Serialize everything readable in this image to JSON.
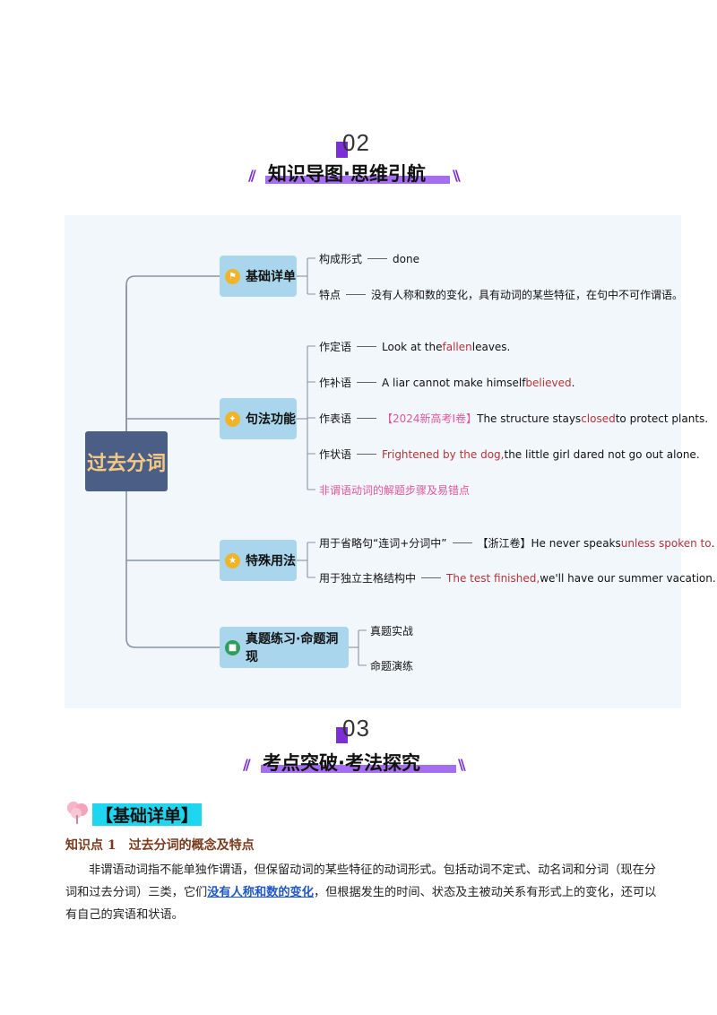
{
  "section2": {
    "number": "02",
    "title": "知识导图·思维引航"
  },
  "mindmap": {
    "root": "过去分词",
    "branches": [
      {
        "label": "基础详单",
        "icon": "flag-icon",
        "icon_color": "#f0b429",
        "leaves": [
          {
            "label": "构成形式",
            "parts": [
              {
                "t": "done",
                "c": ""
              }
            ]
          },
          {
            "label": "特点",
            "parts": [
              {
                "t": "没有人称和数的变化，具有动词的某些特征，在句中不可作谓语。",
                "c": ""
              }
            ]
          }
        ]
      },
      {
        "label": "句法功能",
        "icon": "bulb-icon",
        "icon_color": "#f0b429",
        "leaves": [
          {
            "label": "作定语",
            "parts": [
              {
                "t": "Look at the",
                "c": ""
              },
              {
                "t": "fallen",
                "c": "red"
              },
              {
                "t": "leaves.",
                "c": ""
              }
            ]
          },
          {
            "label": "作补语",
            "parts": [
              {
                "t": "A liar cannot make himself",
                "c": ""
              },
              {
                "t": "believed",
                "c": "red"
              },
              {
                "t": ".",
                "c": ""
              }
            ]
          },
          {
            "label": "作表语",
            "parts": [
              {
                "t": "【2024新高考Ⅰ卷】",
                "c": "pink"
              },
              {
                "t": "The structure stays",
                "c": ""
              },
              {
                "t": "closed",
                "c": "red"
              },
              {
                "t": "to protect plants.",
                "c": ""
              }
            ]
          },
          {
            "label": "作状语",
            "parts": [
              {
                "t": "Frightened by the dog,",
                "c": "red"
              },
              {
                "t": "the little girl dared not go out alone.",
                "c": ""
              }
            ]
          },
          {
            "label": "非谓语动词的解题步骤及易错点",
            "parts": []
          }
        ]
      },
      {
        "label": "特殊用法",
        "icon": "star-icon",
        "icon_color": "#f0b429",
        "leaves": [
          {
            "label": "用于省略句“连词+分词中”",
            "parts": [
              {
                "t": "【浙江卷】He never speaks",
                "c": ""
              },
              {
                "t": "unless spoken to",
                "c": "red"
              },
              {
                "t": ".",
                "c": ""
              }
            ]
          },
          {
            "label": "用于独立主格结构中",
            "parts": [
              {
                "t": "The test finished,",
                "c": "red"
              },
              {
                "t": "we'll have our summer vacation.",
                "c": ""
              }
            ]
          }
        ]
      },
      {
        "label": "真题练习·命题洞现",
        "icon": "lock-icon",
        "icon_color": "#2e9e5b",
        "leaves": [
          {
            "label": "真题实战",
            "parts": []
          },
          {
            "label": "命题演练",
            "parts": []
          }
        ]
      }
    ]
  },
  "section3": {
    "number": "03",
    "title": "考点突破·考法探究"
  },
  "basics_tag": "【基础详单】",
  "knowledge_point": {
    "title": "知识点 1　过去分词的概念及特点"
  },
  "paragraph": {
    "before": "非谓语动词指不能单独作谓语，但保留动词的某些特征的动词形式。包括动词不定式、动名词和分词（现在分词和过去分词）三类，它们",
    "highlight": "没有人称和数的变化",
    "after": "，但根据发生的时间、状态及主被动关系有形式上的变化，还可以有自己的宾语和状语。"
  }
}
